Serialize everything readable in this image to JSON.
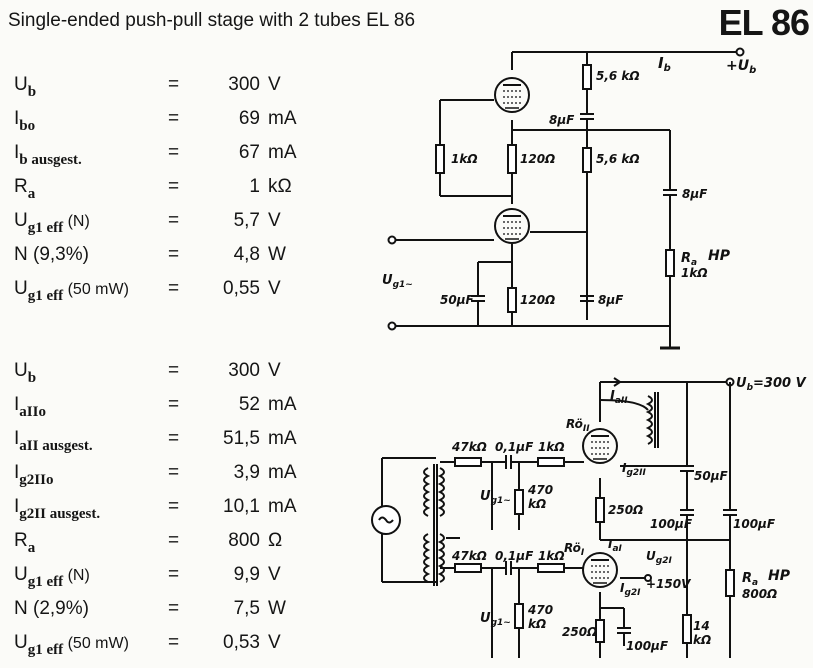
{
  "header": {
    "title": "Single-ended push-pull stage with 2 tubes EL 86",
    "tube_type": "EL 86"
  },
  "table1": [
    {
      "sym": "U",
      "sub": "b",
      "eq": "=",
      "val": "300",
      "unit": "V"
    },
    {
      "sym": "I",
      "sub": "bo",
      "eq": "=",
      "val": "69",
      "unit": "mA"
    },
    {
      "sym": "I",
      "sub": "b ausgest.",
      "eq": "=",
      "val": "67",
      "unit": "mA"
    },
    {
      "sym": "R",
      "sub": "a",
      "eq": "=",
      "val": "1",
      "unit": "kΩ"
    },
    {
      "sym": "U",
      "sub": "g1 eff",
      "extra": " (N)",
      "eq": "=",
      "val": "5,7",
      "unit": "V"
    },
    {
      "sym": "N (9,3%)",
      "sub": "",
      "eq": "=",
      "val": "4,8",
      "unit": "W"
    },
    {
      "sym": "U",
      "sub": "g1 eff",
      "extra": " (50 mW)",
      "eq": "=",
      "val": "0,55",
      "unit": "V"
    }
  ],
  "table2": [
    {
      "sym": "U",
      "sub": "b",
      "eq": "=",
      "val": "300",
      "unit": "V"
    },
    {
      "sym": "I",
      "sub": "aIIo",
      "eq": "=",
      "val": "52",
      "unit": "mA"
    },
    {
      "sym": "I",
      "sub": "aII ausgest.",
      "eq": "=",
      "val": "51,5",
      "unit": "mA"
    },
    {
      "sym": "I",
      "sub": "g2IIo",
      "eq": "=",
      "val": "3,9",
      "unit": "mA"
    },
    {
      "sym": "I",
      "sub": "g2II ausgest.",
      "eq": "=",
      "val": "10,1",
      "unit": "mA"
    },
    {
      "sym": "R",
      "sub": "a",
      "eq": "=",
      "val": "800",
      "unit": "Ω"
    },
    {
      "sym": "U",
      "sub": "g1 eff",
      "extra": " (N)",
      "eq": "=",
      "val": "9,9",
      "unit": "V"
    },
    {
      "sym": "N (2,9%)",
      "sub": "",
      "eq": "=",
      "val": "7,5",
      "unit": "W"
    },
    {
      "sym": "U",
      "sub": "g1 eff",
      "extra": " (50 mW)",
      "eq": "=",
      "val": "0,53",
      "unit": "V"
    }
  ],
  "circuit1": {
    "ib": "I",
    "ib_sub": "b",
    "plus_ub": "+U",
    "plus_ub_sub": "b",
    "r_56k_top": "5,6 kΩ",
    "c_8uf_mid": "8µF",
    "r_1k": "1kΩ",
    "r_120_top": "120Ω",
    "r_56k_bot": "5,6 kΩ",
    "c_8uf_out": "8µF",
    "ra": "R",
    "ra_sub": "a",
    "hp": "HP",
    "ra_val": "1kΩ",
    "ug1": "U",
    "ug1_sub": "g1~",
    "c_50uf": "50µF",
    "r_120_bot": "120Ω",
    "c_8uf_bot": "8µF"
  },
  "circuit2": {
    "ub": "U",
    "ub_sub": "b",
    "ub_val": "=300 V",
    "ia2": "I",
    "ia2_sub": "aII",
    "ro2": "Rö",
    "ro2_sub": "II",
    "r_47k_top": "47kΩ",
    "c_01_top": "0,1µF",
    "r_1k_top": "1kΩ",
    "r_470_top": "470",
    "r_470_top_unit": "kΩ",
    "ug1_top": "U",
    "ug1_top_sub": "g1~",
    "ig22": "I",
    "ig22_sub": "g2II",
    "c_50uf": "50µF",
    "r_250_mid": "250Ω",
    "c_100_a": "100µF",
    "c_100_b": "100µF",
    "ro1": "Rö",
    "ro1_sub": "I",
    "ia1": "I",
    "ia1_sub": "aI",
    "ug21": "U",
    "ug21_sub": "g2I",
    "ig21": "I",
    "ig21_sub": "g2I",
    "plus150": "+150V",
    "r_47k_bot": "47kΩ",
    "c_01_bot": "0,1µF",
    "r_1k_bot": "1kΩ",
    "r_470_bot": "470",
    "r_470_bot_unit": "kΩ",
    "ug1_bot": "U",
    "ug1_bot_sub": "g1~",
    "r_250_bot": "250Ω",
    "c_100_bot": "100µF",
    "r_14k": "14",
    "r_14k_unit": "kΩ",
    "ra": "R",
    "ra_sub": "a",
    "hp": "HP",
    "ra_val": "800Ω"
  }
}
